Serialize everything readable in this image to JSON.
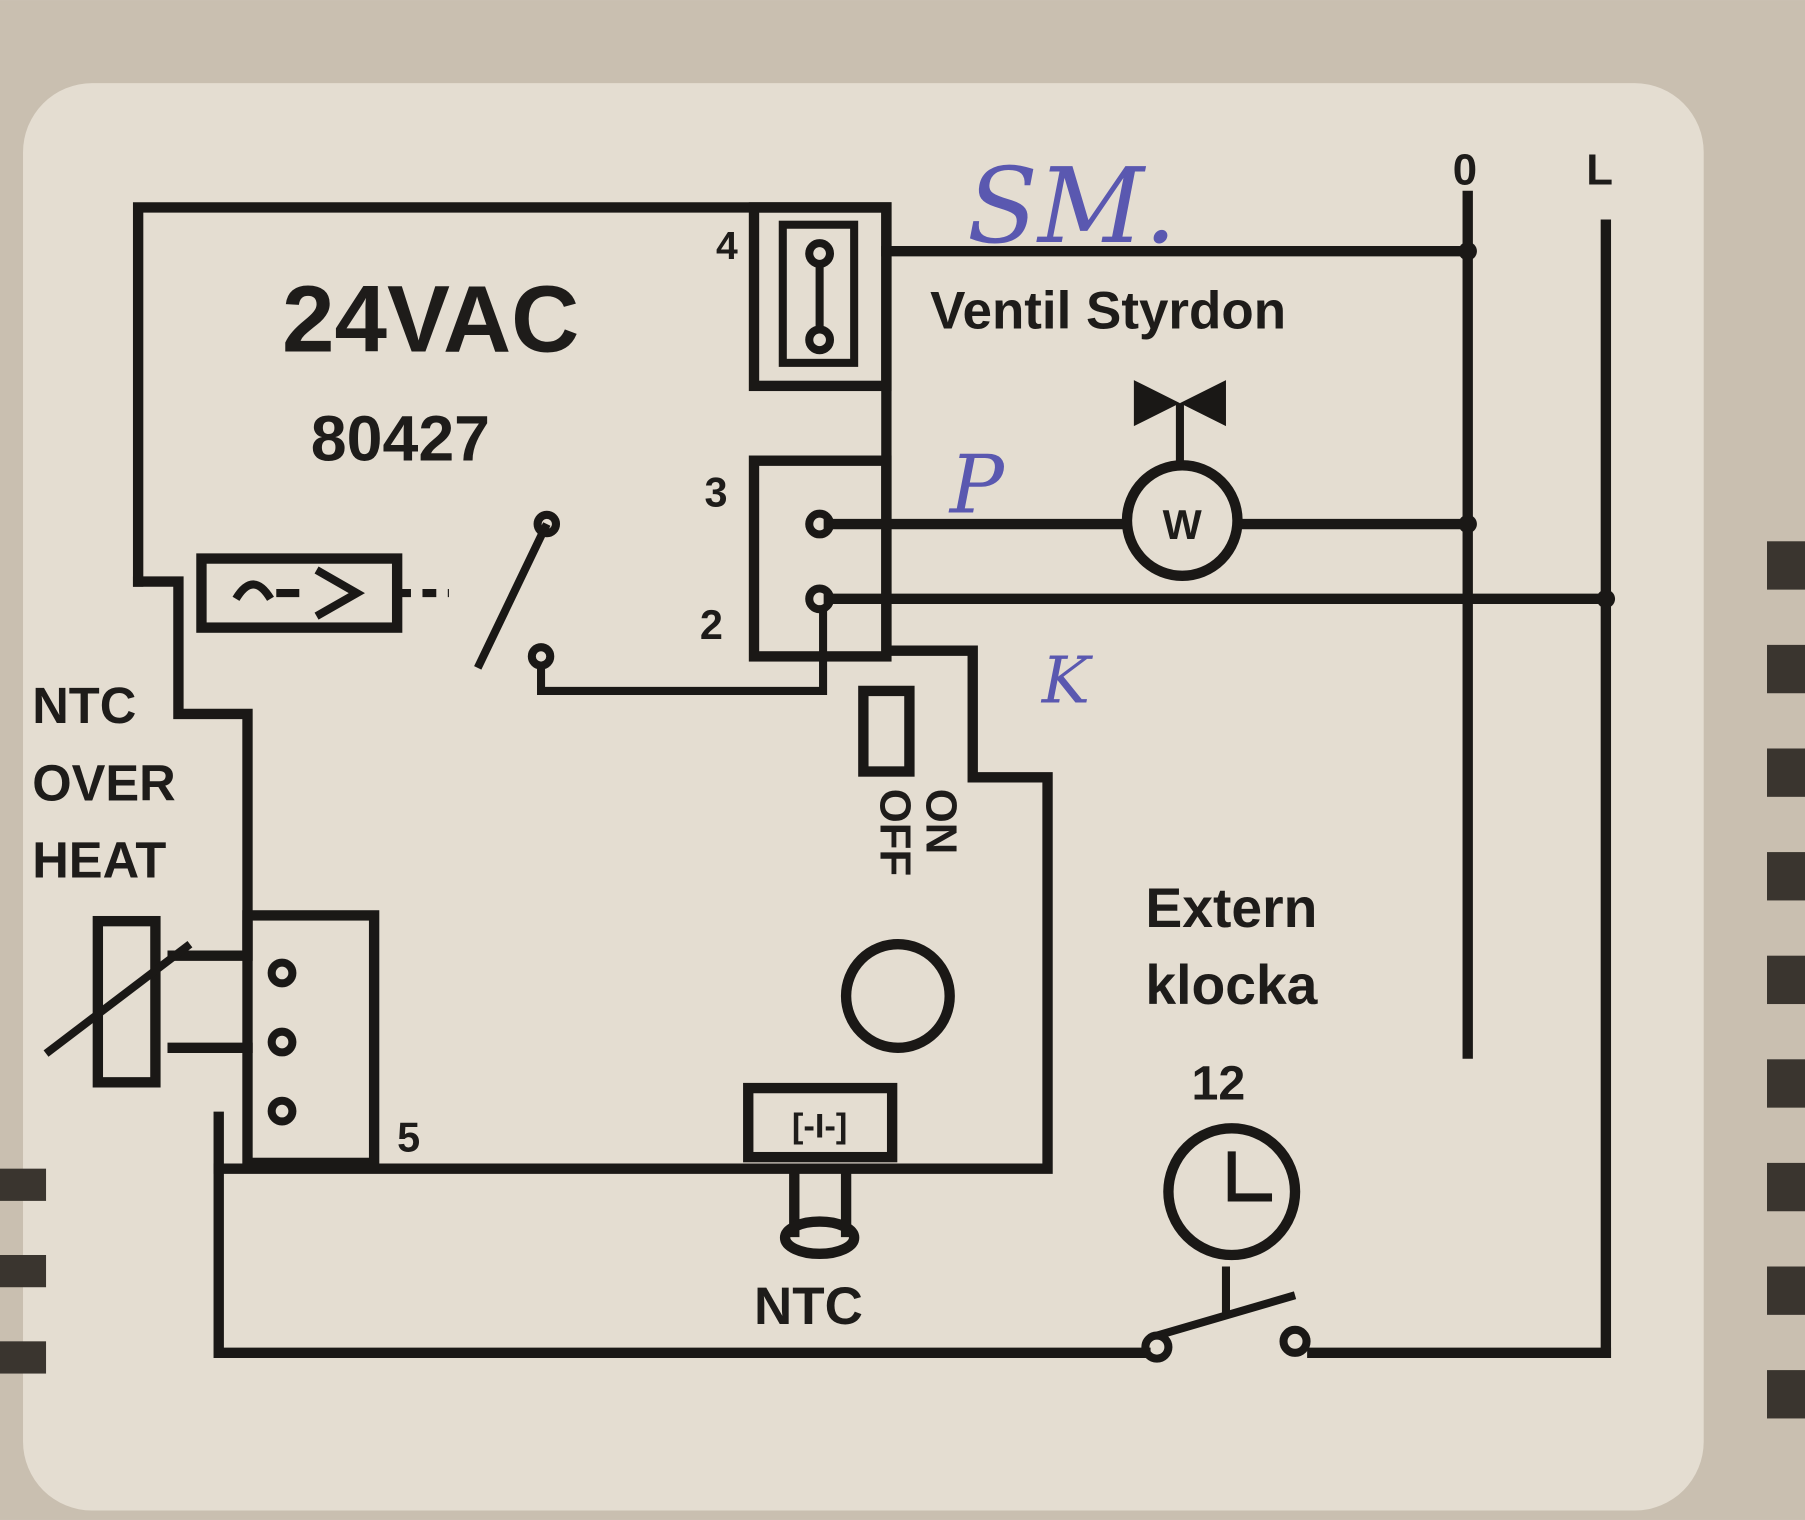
{
  "label": {
    "title": "24VAC",
    "model": "80427",
    "terminal_0": "0",
    "terminal_L": "L",
    "terminal_4": "4",
    "terminal_3": "3",
    "terminal_2": "2",
    "terminal_5": "5",
    "valve_label": "Ventil Styrdon",
    "motor_symbol": "W",
    "ntc_overheat": [
      "NTC",
      "OVER",
      "HEAT"
    ],
    "switch_on": "ON",
    "switch_off": "OFF",
    "extern_clock": [
      "Extern",
      "klocka"
    ],
    "clock_number": "12",
    "ntc": "NTC",
    "fuse_symbol": "[-I-]"
  },
  "handwriting": {
    "top": "SM.",
    "p": "P",
    "k": "K"
  },
  "colors": {
    "label_bg": "#e4ddd1",
    "ink": "#1a1816",
    "pen": "#5a58b0"
  }
}
